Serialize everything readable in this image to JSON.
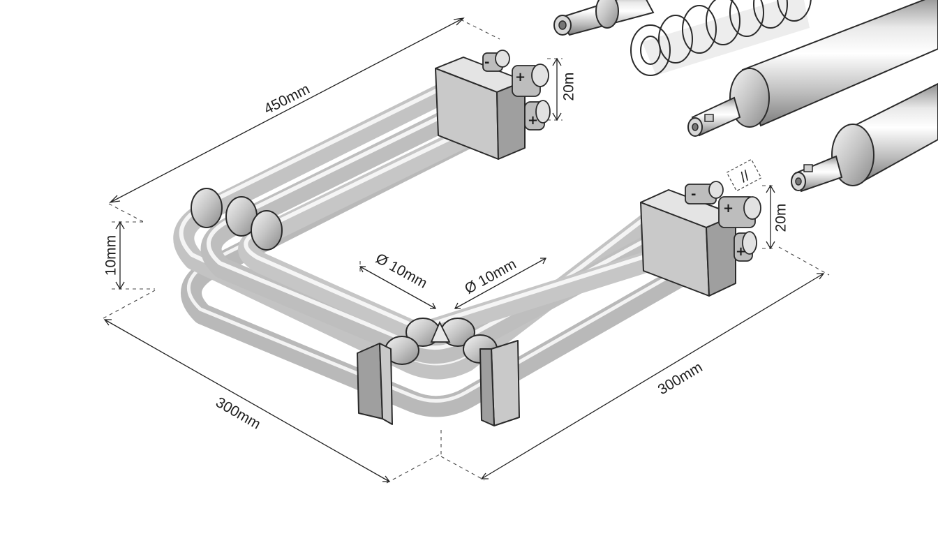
{
  "dimensions": {
    "top_length": "450mm",
    "left_height": "10mm",
    "front_left_length": "300mm",
    "front_right_length": "300mm",
    "diameter_left": "Ø 10mm",
    "diameter_right": "Ø 10mm",
    "terminal_spacing_upper": "20m",
    "terminal_spacing_lower": "20m",
    "parallel_symbol": "//"
  },
  "terminals": {
    "upper": [
      "-",
      "+",
      "+"
    ],
    "lower": [
      "-",
      "+",
      "+"
    ]
  },
  "colors": {
    "metal_dark": "#8a8a8a",
    "metal_mid": "#bcbcbc",
    "metal_light": "#f2f2f2",
    "outline": "#2a2a2a"
  }
}
